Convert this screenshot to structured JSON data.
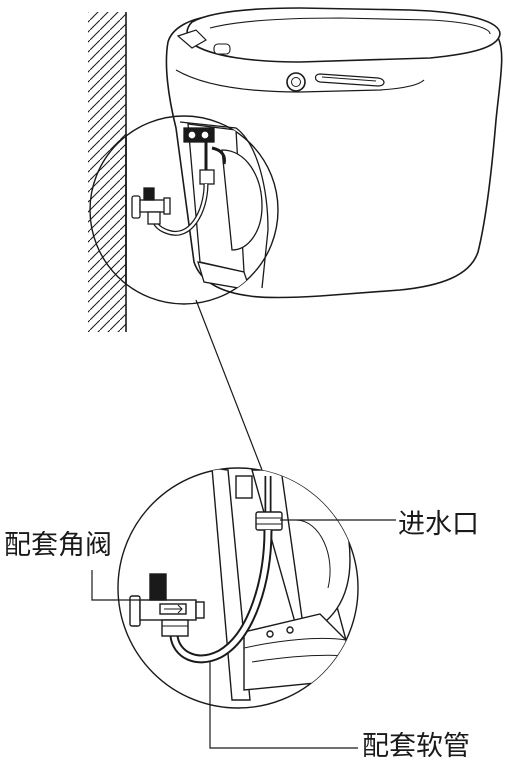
{
  "labels": {
    "water_inlet": "进水口",
    "angle_valve": "配套角阀",
    "hose": "配套软管"
  },
  "colors": {
    "line": "#1a1a1a",
    "background": "#ffffff"
  }
}
